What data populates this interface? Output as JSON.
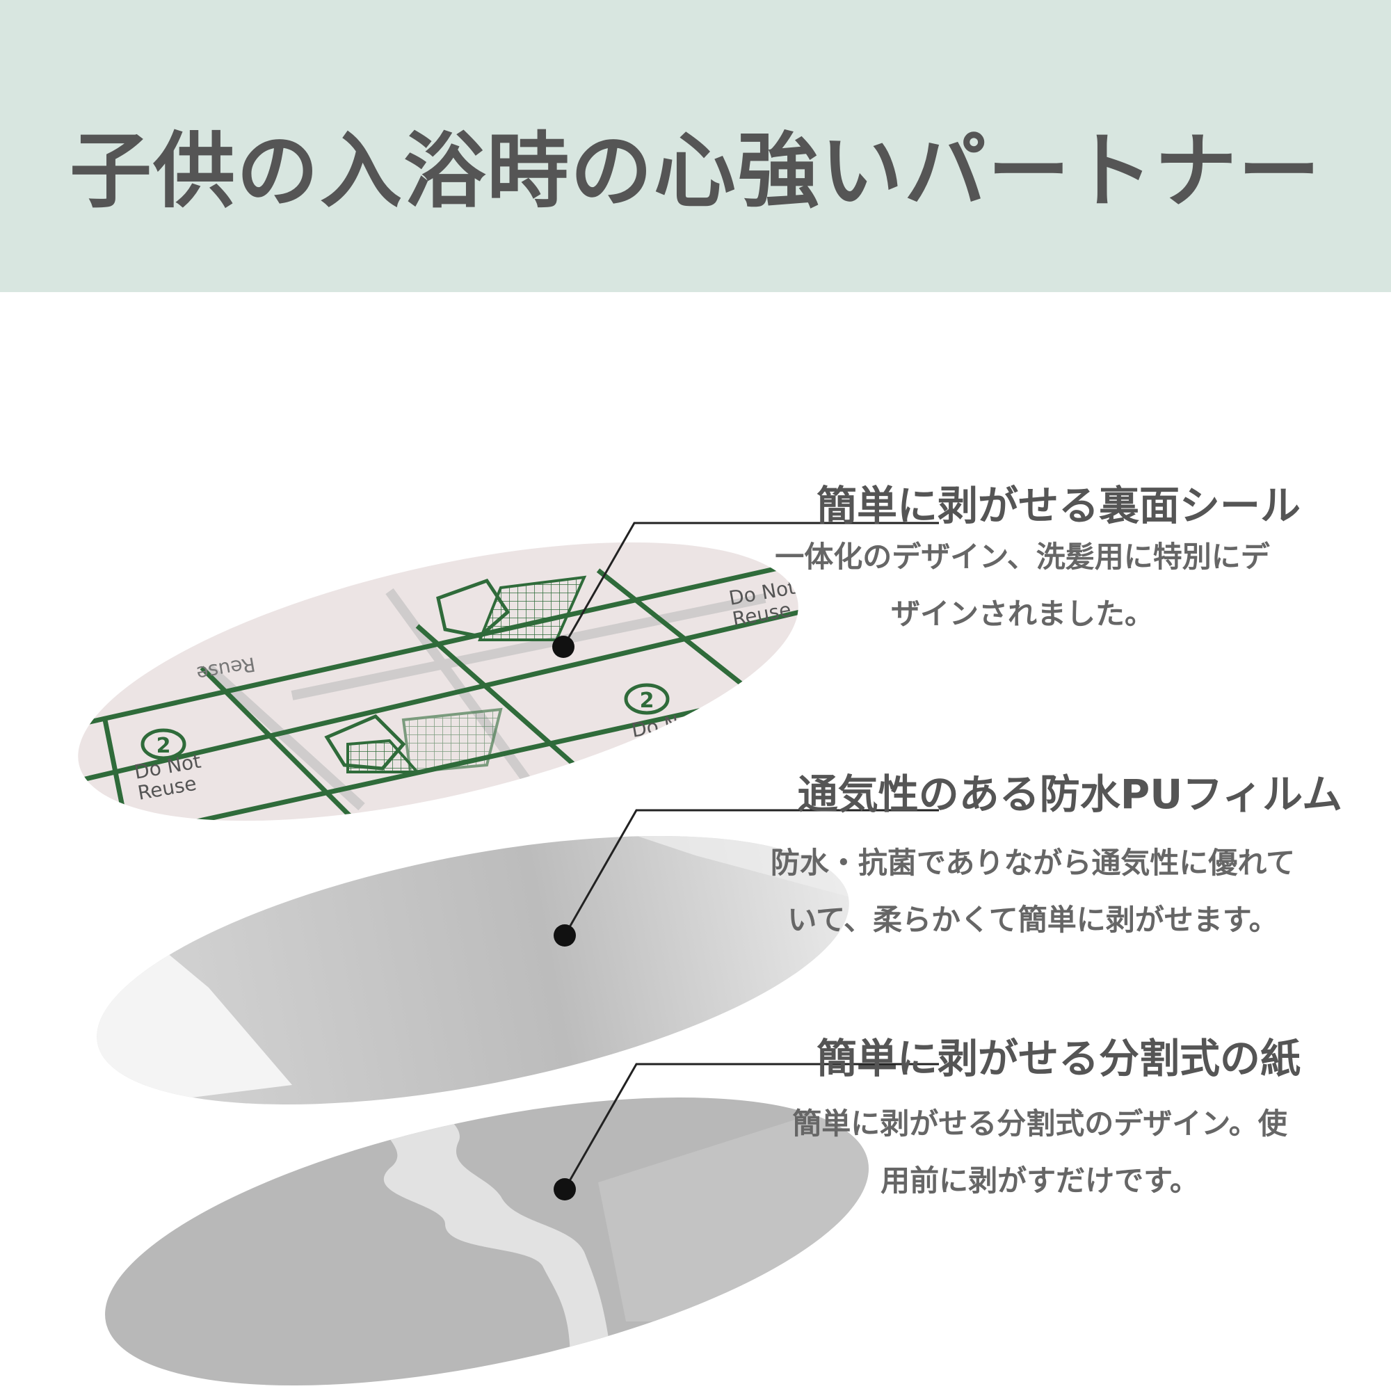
{
  "header": {
    "title": "子供の入浴時の心強いパートナー",
    "background": "#d8e6e0"
  },
  "layers": [
    {
      "title": "簡単に剥がせる裏面シール",
      "desc_lines": [
        "一体化のデザイン、洗髪用に特別にデ",
        "ザインされました。"
      ]
    },
    {
      "title": "通気性のある防水PUフィルム",
      "desc_lines": [
        "防水・抗菌でありながら通気性に優れて",
        "いて、柔らかくて簡単に剥がせます。"
      ]
    },
    {
      "title": "簡単に剥がせる分割式の紙",
      "desc_lines": [
        "簡単に剥がせる分割式のデザイン。使",
        "用前に剥がすだけです。"
      ]
    }
  ],
  "sticker_text": {
    "do_not": "Do Not",
    "reuse": "Reuse",
    "badge": "2"
  },
  "colors": {
    "grid_green": "#2f6b3a",
    "text": "#555555",
    "film_grey": "#bdbdbd"
  }
}
